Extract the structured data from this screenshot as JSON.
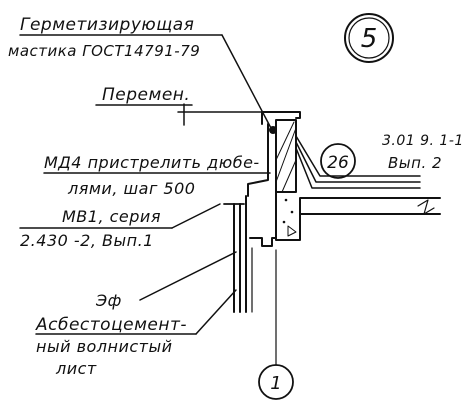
{
  "labels": {
    "sealant_line1": "Герметизирующая",
    "sealant_line2": "мастика ГОСТ14791-79",
    "variable": "Перемен.",
    "md4_line1": "МД4 пристрелить дюбе-",
    "md4_line2": "лями, шаг 500",
    "mb1_line1": "МВ1, серия",
    "mb1_line2": "2.430 -2, Вып.1",
    "ef": "Эф",
    "asbestos_line1": "Асбестоцемент-",
    "asbestos_line2": "ный волнистый",
    "asbestos_line3": "лист",
    "ref_line1": "3.01 9. 1-1",
    "ref_line2": "Вып. 2"
  },
  "markers": {
    "node_number": "5",
    "sheet_ref": "26",
    "section_ref": "1"
  }
}
